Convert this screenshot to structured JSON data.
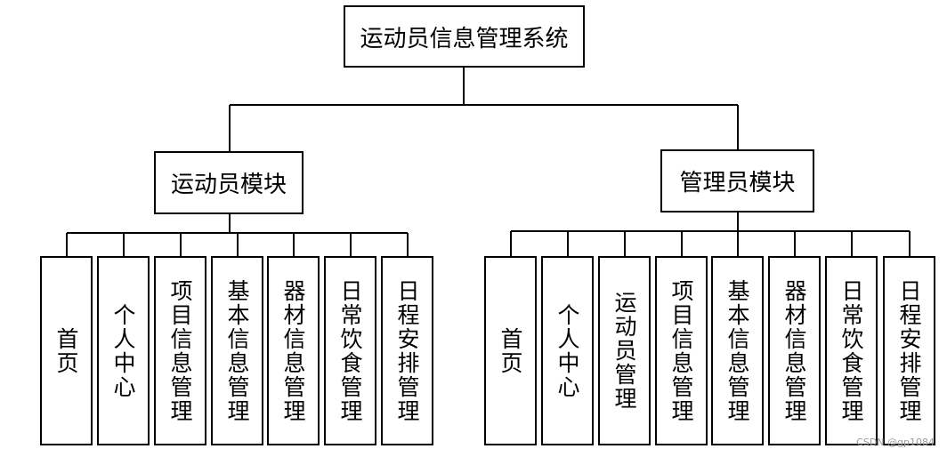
{
  "root": {
    "label": "运动员信息管理系统"
  },
  "modules": [
    {
      "label": "运动员模块",
      "children": [
        "首页",
        "个人中心",
        "项目信息管理",
        "基本信息管理",
        "器材信息管理",
        "日常饮食管理",
        "日程安排管理"
      ]
    },
    {
      "label": "管理员模块",
      "children": [
        "首页",
        "个人中心",
        "运动员管理",
        "项目信息管理",
        "基本信息管理",
        "器材信息管理",
        "日常饮食管理",
        "日程安排管理"
      ]
    }
  ],
  "watermark": "CSDN @gp1084"
}
